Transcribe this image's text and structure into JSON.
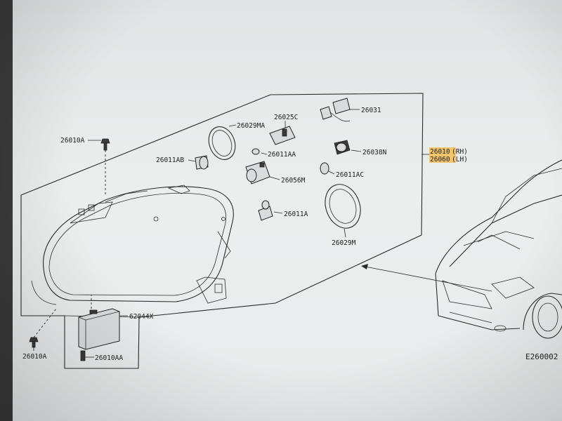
{
  "labels": {
    "p26010A_top": "26010A",
    "p26010A_bottom": "26010A",
    "p26010AA": "26010AA",
    "p62044X": "62044X",
    "p26011AB": "26011AB",
    "p26029MA": "26029MA",
    "p26025C": "26025C",
    "p26031": "26031",
    "p26011AA": "26011AA",
    "p26038N": "26038N",
    "p26011AC": "26011AC",
    "p26056M": "26056M",
    "p26011A": "26011A",
    "p26029M": "26029M",
    "rh_code": "26010",
    "rh_side": "(RH)",
    "lh_code": "26060",
    "lh_side": "(LH)",
    "figure_code": "E260002"
  },
  "colors": {
    "highlight": "#f2c46b",
    "line": "#2b2b2b",
    "paper": "#e8eaeb"
  }
}
